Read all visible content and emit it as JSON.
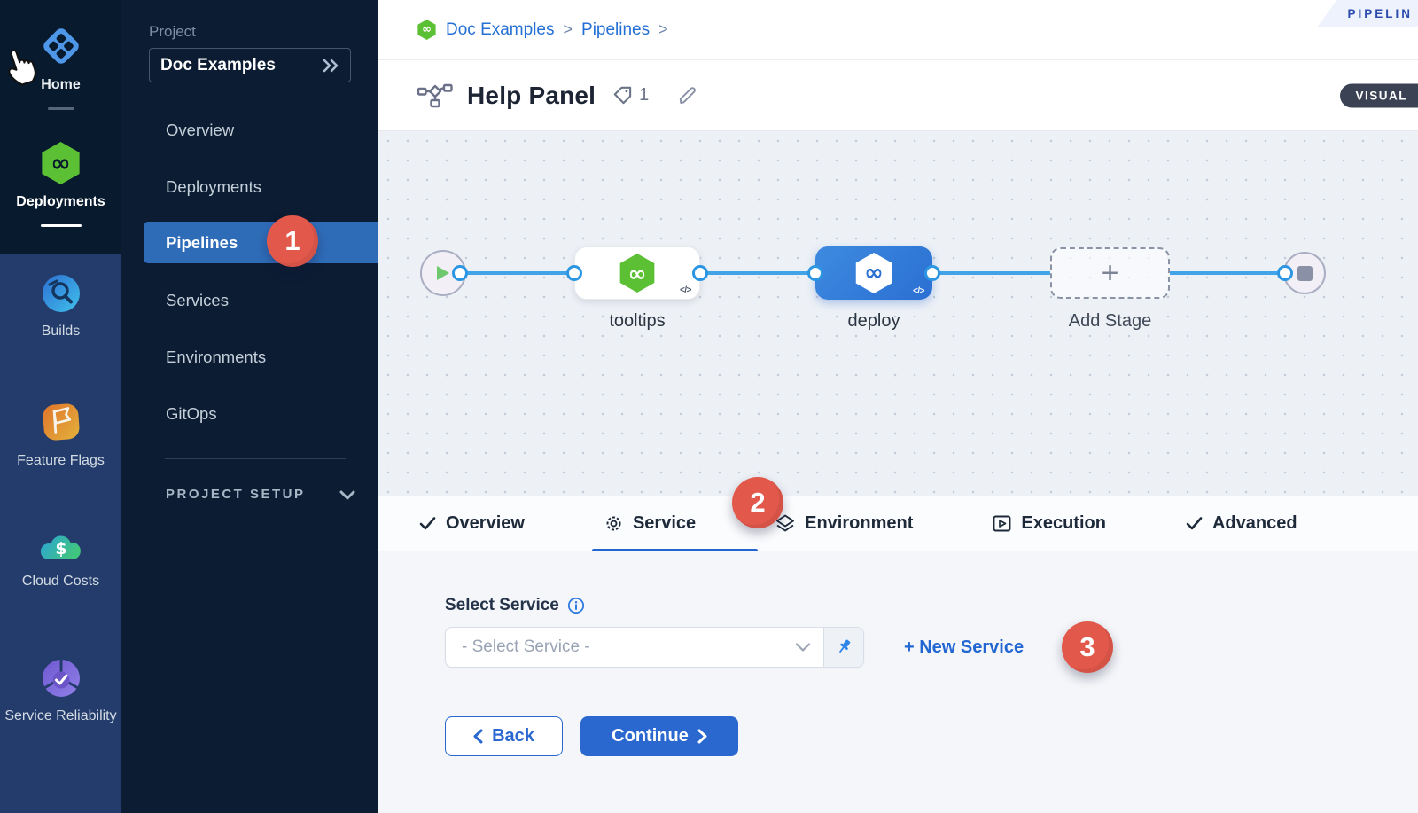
{
  "rail": {
    "modules": [
      {
        "label": "Home",
        "icon": "home-icon"
      },
      {
        "label": "Deployments",
        "icon": "deployments-icon"
      },
      {
        "label": "Builds",
        "icon": "builds-icon"
      },
      {
        "label": "Feature Flags",
        "icon": "feature-flags-icon"
      },
      {
        "label": "Cloud Costs",
        "icon": "cloud-costs-icon"
      },
      {
        "label": "Service Reliability",
        "icon": "service-reliability-icon"
      }
    ]
  },
  "sidebar": {
    "project_label": "Project",
    "project_name": "Doc Examples",
    "items": [
      {
        "label": "Overview"
      },
      {
        "label": "Deployments"
      },
      {
        "label": "Pipelines",
        "active": true,
        "badge": "1"
      },
      {
        "label": "Services"
      },
      {
        "label": "Environments"
      },
      {
        "label": "GitOps"
      }
    ],
    "setup_label": "PROJECT SETUP"
  },
  "header": {
    "breadcrumbs": [
      {
        "label": "Doc Examples"
      },
      {
        "label": "Pipelines"
      }
    ],
    "breadcrumb_separator": ">",
    "ribbon_text": "PIPELIN",
    "title": "Help Panel",
    "tag_count": "1",
    "visual_toggle_label": "VISUAL"
  },
  "canvas": {
    "nodes": [
      {
        "label": "tooltips",
        "code_glyph": "</>"
      },
      {
        "label": "deploy",
        "code_glyph": "</>"
      },
      {
        "label": "Add Stage",
        "plus_glyph": "+"
      }
    ]
  },
  "tabs": [
    {
      "label": "Overview",
      "icon": "check-icon"
    },
    {
      "label": "Service",
      "icon": "gear-icon",
      "active": true,
      "badge": "2"
    },
    {
      "label": "Environment",
      "icon": "layers-icon"
    },
    {
      "label": "Execution",
      "icon": "play-square-icon"
    },
    {
      "label": "Advanced",
      "icon": "check-icon"
    }
  ],
  "panel": {
    "select_service_label": "Select Service",
    "select_placeholder": "- Select Service -",
    "new_service_label": "+ New Service",
    "back_label": "Back",
    "continue_label": "Continue"
  },
  "badges": {
    "one": "1",
    "two": "2",
    "three": "3"
  },
  "colors": {
    "accent_blue": "#2a68cf",
    "nav_highlight": "#2f6cb8",
    "connector_blue": "#41a3e8",
    "harness_green": "#5cc035",
    "badge_red": "#e2594b",
    "rail_dark": "#081a2e",
    "rail_light": "#243c6b",
    "sidebar_navy": "#0b1c33"
  }
}
